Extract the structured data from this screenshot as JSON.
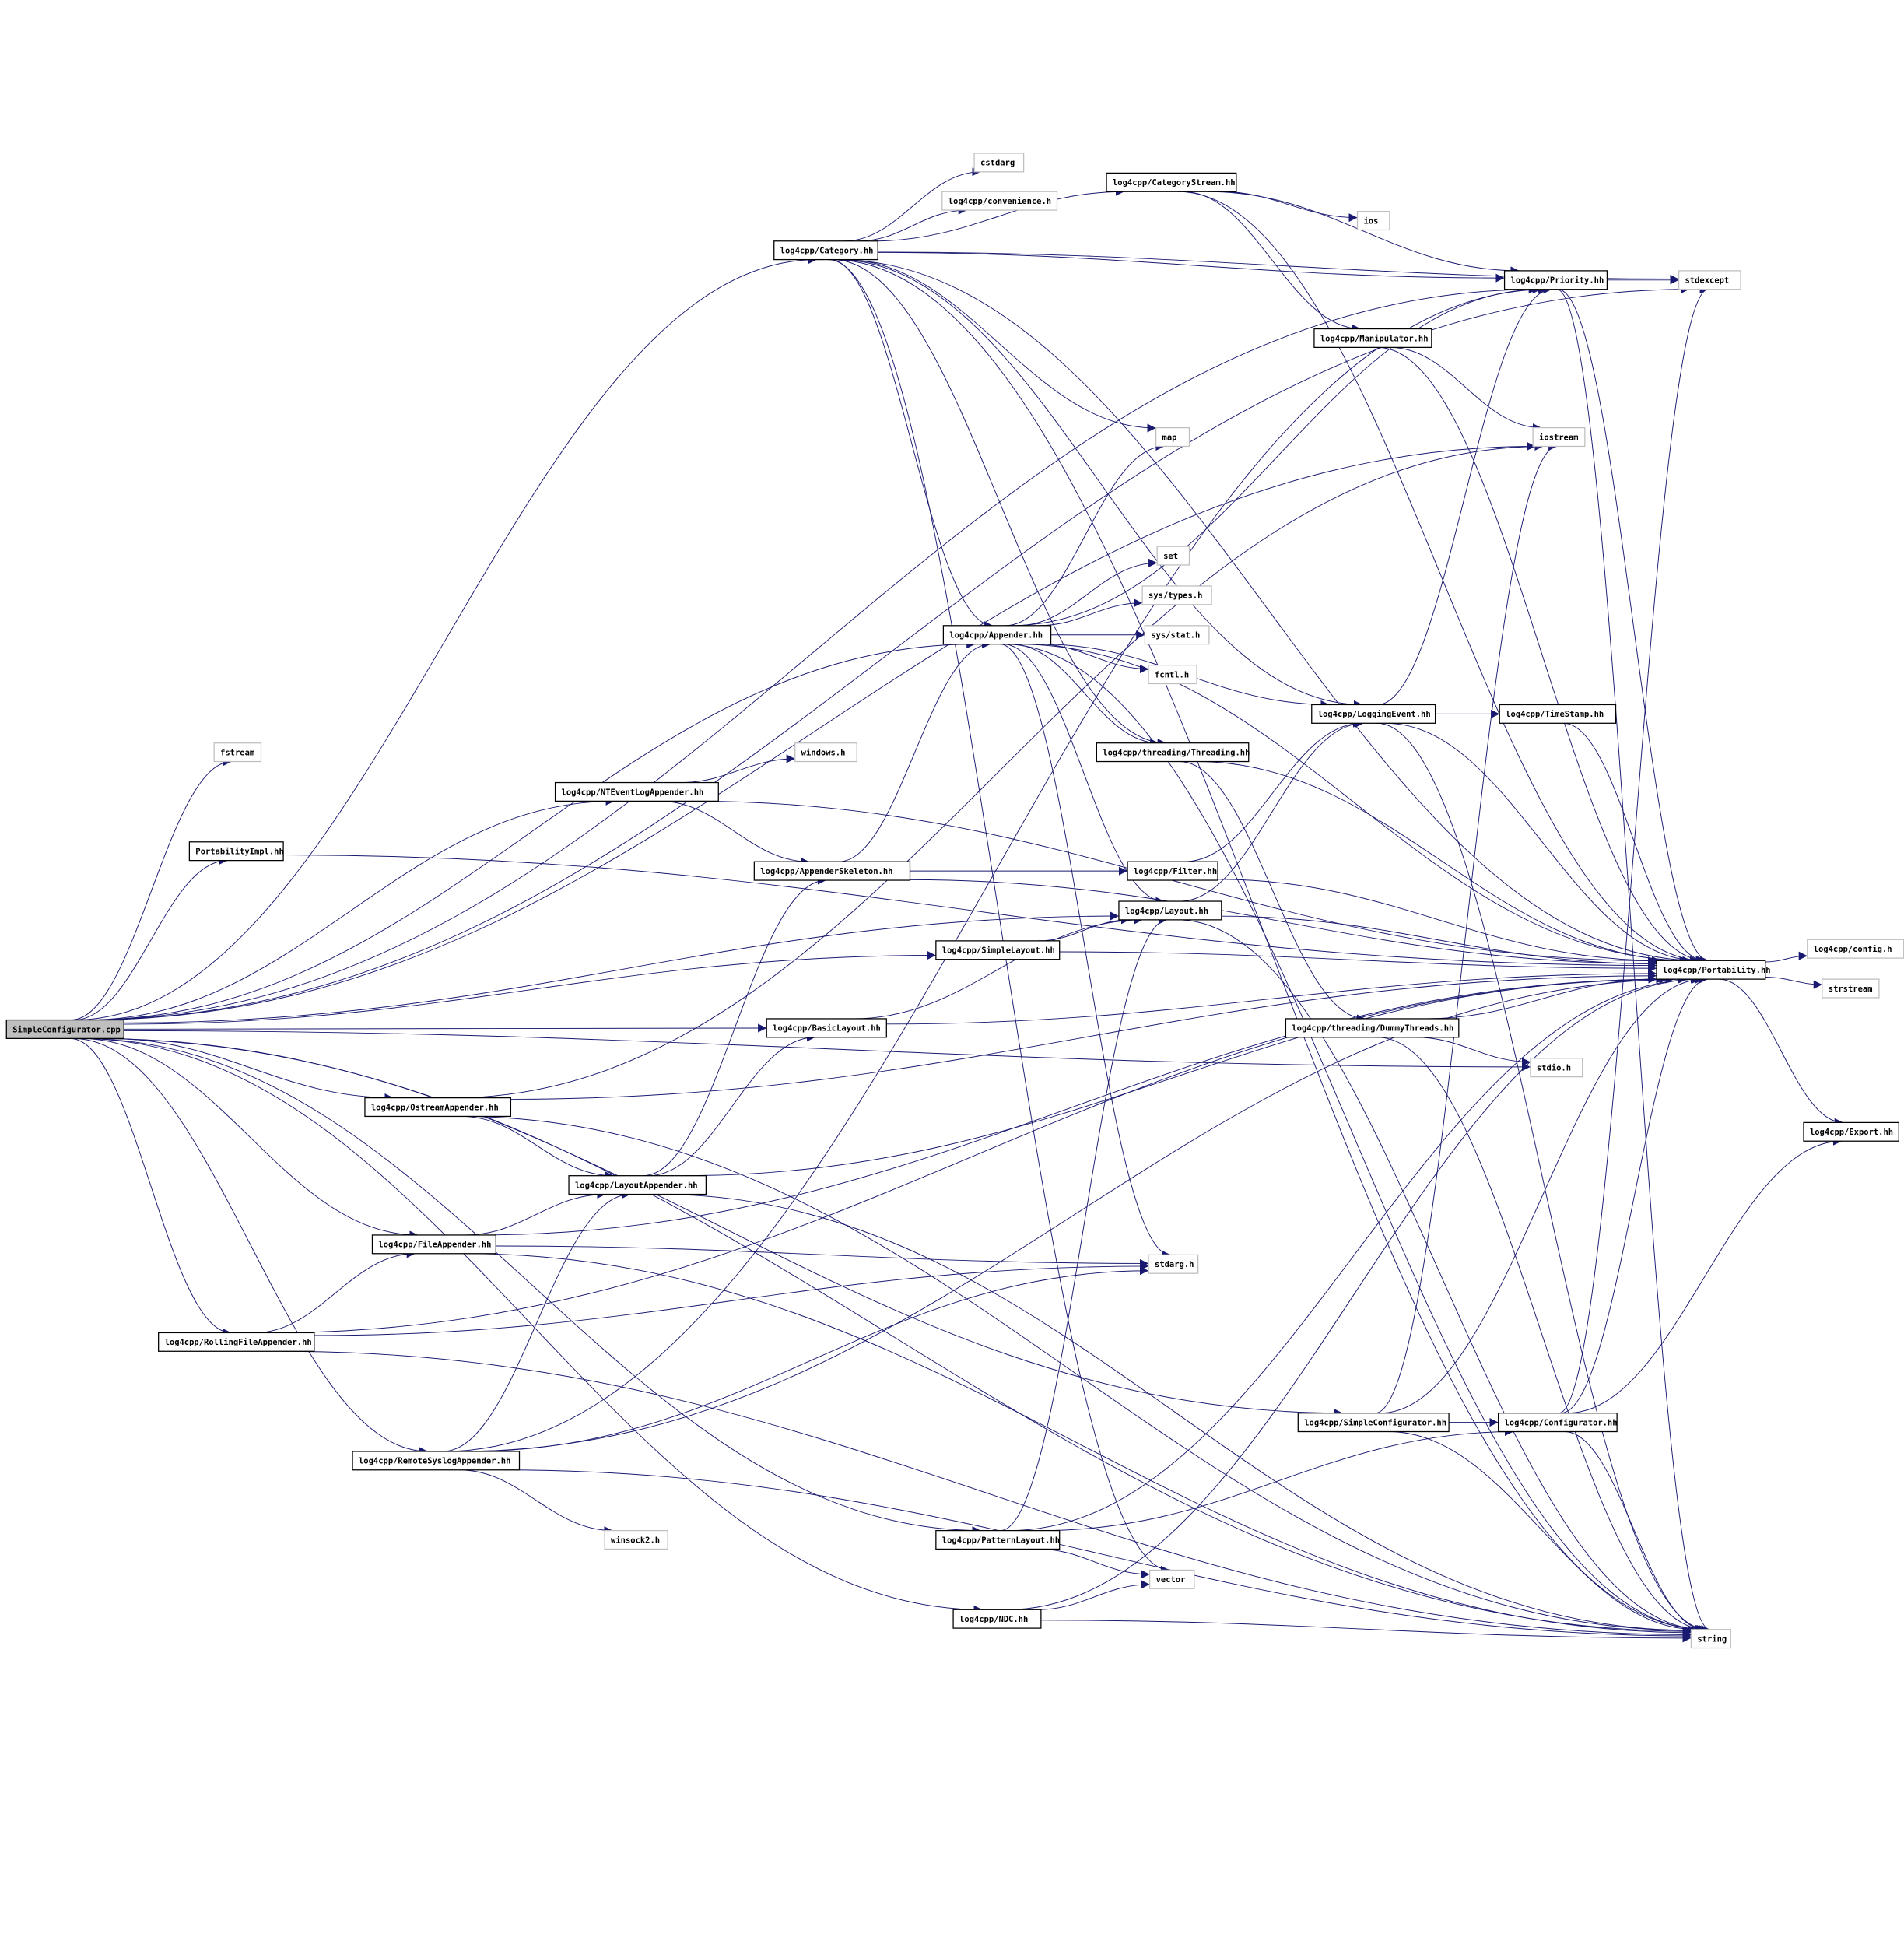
{
  "title": "SimpleConfigurator.cpp include dependency graph",
  "colors": {
    "edge": "#191970",
    "root_fill": "#bfbfbf",
    "external_border": "#bfbfbf",
    "node_border": "#000000"
  },
  "nodes": [
    {
      "id": "root",
      "label": "SimpleConfigurator.cpp",
      "kind": "root"
    },
    {
      "id": "category",
      "label": "log4cpp/Category.hh",
      "kind": "project"
    },
    {
      "id": "cstdarg",
      "label": "cstdarg",
      "kind": "external"
    },
    {
      "id": "convenience",
      "label": "log4cpp/convenience.h",
      "kind": "external"
    },
    {
      "id": "categorystream",
      "label": "log4cpp/CategoryStream.hh",
      "kind": "project"
    },
    {
      "id": "ios",
      "label": "ios",
      "kind": "external"
    },
    {
      "id": "priority",
      "label": "log4cpp/Priority.hh",
      "kind": "project"
    },
    {
      "id": "stdexcept",
      "label": "stdexcept",
      "kind": "external"
    },
    {
      "id": "manipulator",
      "label": "log4cpp/Manipulator.hh",
      "kind": "project"
    },
    {
      "id": "iostream",
      "label": "iostream",
      "kind": "external"
    },
    {
      "id": "map",
      "label": "map",
      "kind": "external"
    },
    {
      "id": "set",
      "label": "set",
      "kind": "external"
    },
    {
      "id": "systypes",
      "label": "sys/types.h",
      "kind": "external"
    },
    {
      "id": "sysstat",
      "label": "sys/stat.h",
      "kind": "external"
    },
    {
      "id": "fcntl",
      "label": "fcntl.h",
      "kind": "external"
    },
    {
      "id": "appender",
      "label": "log4cpp/Appender.hh",
      "kind": "project"
    },
    {
      "id": "loggingevent",
      "label": "log4cpp/LoggingEvent.hh",
      "kind": "project"
    },
    {
      "id": "timestamp",
      "label": "log4cpp/TimeStamp.hh",
      "kind": "project"
    },
    {
      "id": "threading",
      "label": "log4cpp/threading/Threading.hh",
      "kind": "project"
    },
    {
      "id": "windows",
      "label": "windows.h",
      "kind": "external"
    },
    {
      "id": "fstream",
      "label": "fstream",
      "kind": "external"
    },
    {
      "id": "ntevent",
      "label": "log4cpp/NTEventLogAppender.hh",
      "kind": "project"
    },
    {
      "id": "portimpl",
      "label": "PortabilityImpl.hh",
      "kind": "project"
    },
    {
      "id": "appskel",
      "label": "log4cpp/AppenderSkeleton.hh",
      "kind": "project"
    },
    {
      "id": "filter",
      "label": "log4cpp/Filter.hh",
      "kind": "project"
    },
    {
      "id": "layout",
      "label": "log4cpp/Layout.hh",
      "kind": "project"
    },
    {
      "id": "simplelayout",
      "label": "log4cpp/SimpleLayout.hh",
      "kind": "project"
    },
    {
      "id": "portability",
      "label": "log4cpp/Portability.hh",
      "kind": "project"
    },
    {
      "id": "config",
      "label": "log4cpp/config.h",
      "kind": "external"
    },
    {
      "id": "strstream",
      "label": "strstream",
      "kind": "external"
    },
    {
      "id": "basiclayout",
      "label": "log4cpp/BasicLayout.hh",
      "kind": "project"
    },
    {
      "id": "dummythreads",
      "label": "log4cpp/threading/DummyThreads.hh",
      "kind": "project"
    },
    {
      "id": "stdio",
      "label": "stdio.h",
      "kind": "external"
    },
    {
      "id": "ostream",
      "label": "log4cpp/OstreamAppender.hh",
      "kind": "project"
    },
    {
      "id": "export",
      "label": "log4cpp/Export.hh",
      "kind": "project"
    },
    {
      "id": "layoutappender",
      "label": "log4cpp/LayoutAppender.hh",
      "kind": "project"
    },
    {
      "id": "fileappender",
      "label": "log4cpp/FileAppender.hh",
      "kind": "project"
    },
    {
      "id": "stdarg",
      "label": "stdarg.h",
      "kind": "external"
    },
    {
      "id": "rolling",
      "label": "log4cpp/RollingFileAppender.hh",
      "kind": "project"
    },
    {
      "id": "simpleconfig",
      "label": "log4cpp/SimpleConfigurator.hh",
      "kind": "project"
    },
    {
      "id": "configurator",
      "label": "log4cpp/Configurator.hh",
      "kind": "project"
    },
    {
      "id": "syslog",
      "label": "log4cpp/RemoteSyslogAppender.hh",
      "kind": "project"
    },
    {
      "id": "winsock",
      "label": "winsock2.h",
      "kind": "external"
    },
    {
      "id": "pattern",
      "label": "log4cpp/PatternLayout.hh",
      "kind": "project"
    },
    {
      "id": "vector",
      "label": "vector",
      "kind": "external"
    },
    {
      "id": "ndc",
      "label": "log4cpp/NDC.hh",
      "kind": "project"
    },
    {
      "id": "string",
      "label": "string",
      "kind": "external"
    }
  ],
  "edges": [
    [
      "root",
      "category"
    ],
    [
      "root",
      "priority"
    ],
    [
      "root",
      "iostream"
    ],
    [
      "root",
      "appender"
    ],
    [
      "root",
      "fstream"
    ],
    [
      "root",
      "ntevent"
    ],
    [
      "root",
      "portimpl"
    ],
    [
      "root",
      "layout"
    ],
    [
      "root",
      "simplelayout"
    ],
    [
      "root",
      "basiclayout"
    ],
    [
      "root",
      "ostream"
    ],
    [
      "root",
      "stdio"
    ],
    [
      "root",
      "fileappender"
    ],
    [
      "root",
      "rolling"
    ],
    [
      "root",
      "syslog"
    ],
    [
      "root",
      "simpleconfig"
    ],
    [
      "root",
      "pattern"
    ],
    [
      "root",
      "ndc"
    ],
    [
      "root",
      "string"
    ],
    [
      "root",
      "stdexcept"
    ],
    [
      "category",
      "cstdarg"
    ],
    [
      "category",
      "convenience"
    ],
    [
      "category",
      "categorystream"
    ],
    [
      "category",
      "priority"
    ],
    [
      "category",
      "stdexcept"
    ],
    [
      "category",
      "portability"
    ],
    [
      "category",
      "appender"
    ],
    [
      "category",
      "map"
    ],
    [
      "category",
      "loggingevent"
    ],
    [
      "category",
      "threading"
    ],
    [
      "category",
      "vector"
    ],
    [
      "category",
      "string"
    ],
    [
      "categorystream",
      "ios"
    ],
    [
      "categorystream",
      "priority"
    ],
    [
      "categorystream",
      "manipulator"
    ],
    [
      "categorystream",
      "portability"
    ],
    [
      "priority",
      "stdexcept"
    ],
    [
      "priority",
      "portability"
    ],
    [
      "priority",
      "string"
    ],
    [
      "manipulator",
      "iostream"
    ],
    [
      "manipulator",
      "portability"
    ],
    [
      "appender",
      "map"
    ],
    [
      "appender",
      "set"
    ],
    [
      "appender",
      "systypes"
    ],
    [
      "appender",
      "sysstat"
    ],
    [
      "appender",
      "fcntl"
    ],
    [
      "appender",
      "loggingevent"
    ],
    [
      "appender",
      "threading"
    ],
    [
      "appender",
      "priority"
    ],
    [
      "appender",
      "portability"
    ],
    [
      "appender",
      "layout"
    ],
    [
      "appender",
      "stdarg"
    ],
    [
      "appender",
      "string"
    ],
    [
      "loggingevent",
      "priority"
    ],
    [
      "loggingevent",
      "timestamp"
    ],
    [
      "loggingevent",
      "portability"
    ],
    [
      "loggingevent",
      "string"
    ],
    [
      "timestamp",
      "portability"
    ],
    [
      "threading",
      "dummythreads"
    ],
    [
      "threading",
      "portability"
    ],
    [
      "dummythreads",
      "stdio"
    ],
    [
      "dummythreads",
      "portability"
    ],
    [
      "dummythreads",
      "string"
    ],
    [
      "ntevent",
      "windows"
    ],
    [
      "ntevent",
      "appskel"
    ],
    [
      "ntevent",
      "portability"
    ],
    [
      "portimpl",
      "portability"
    ],
    [
      "appskel",
      "appender"
    ],
    [
      "appskel",
      "filter"
    ],
    [
      "appskel",
      "portability"
    ],
    [
      "filter",
      "loggingevent"
    ],
    [
      "filter",
      "portability"
    ],
    [
      "layout",
      "loggingevent"
    ],
    [
      "layout",
      "portability"
    ],
    [
      "layout",
      "string"
    ],
    [
      "simplelayout",
      "layout"
    ],
    [
      "simplelayout",
      "portability"
    ],
    [
      "basiclayout",
      "layout"
    ],
    [
      "basiclayout",
      "portability"
    ],
    [
      "portability",
      "config"
    ],
    [
      "portability",
      "strstream"
    ],
    [
      "portability",
      "export"
    ],
    [
      "ostream",
      "iostream"
    ],
    [
      "ostream",
      "layoutappender"
    ],
    [
      "ostream",
      "portability"
    ],
    [
      "ostream",
      "string"
    ],
    [
      "layoutappender",
      "appskel"
    ],
    [
      "layoutappender",
      "basiclayout"
    ],
    [
      "layoutappender",
      "portability"
    ],
    [
      "layoutappender",
      "string"
    ],
    [
      "fileappender",
      "layoutappender"
    ],
    [
      "fileappender",
      "portability"
    ],
    [
      "fileappender",
      "stdarg"
    ],
    [
      "fileappender",
      "string"
    ],
    [
      "rolling",
      "fileappender"
    ],
    [
      "rolling",
      "portability"
    ],
    [
      "rolling",
      "stdarg"
    ],
    [
      "rolling",
      "string"
    ],
    [
      "syslog",
      "priority"
    ],
    [
      "syslog",
      "layoutappender"
    ],
    [
      "syslog",
      "stdarg"
    ],
    [
      "syslog",
      "portability"
    ],
    [
      "syslog",
      "winsock"
    ],
    [
      "syslog",
      "string"
    ],
    [
      "simpleconfig",
      "configurator"
    ],
    [
      "simpleconfig",
      "portability"
    ],
    [
      "simpleconfig",
      "iostream"
    ],
    [
      "simpleconfig",
      "string"
    ],
    [
      "configurator",
      "portability"
    ],
    [
      "configurator",
      "export"
    ],
    [
      "configurator",
      "stdexcept"
    ],
    [
      "configurator",
      "string"
    ],
    [
      "pattern",
      "layout"
    ],
    [
      "pattern",
      "portability"
    ],
    [
      "pattern",
      "configurator"
    ],
    [
      "pattern",
      "vector"
    ],
    [
      "ndc",
      "vector"
    ],
    [
      "ndc",
      "portability"
    ],
    [
      "ndc",
      "string"
    ]
  ]
}
